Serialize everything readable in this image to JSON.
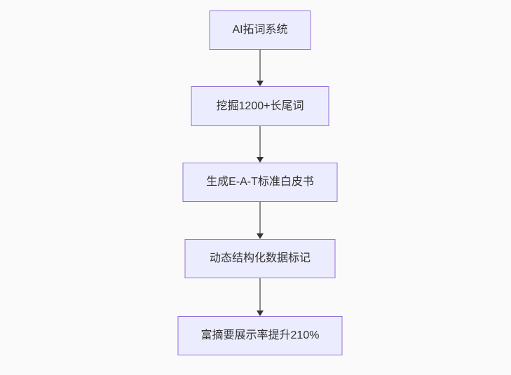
{
  "diagram": {
    "type": "flowchart",
    "direction": "top-down",
    "nodes": [
      {
        "id": "n1",
        "label": "AI拓词系统"
      },
      {
        "id": "n2",
        "label": "挖掘1200+长尾词"
      },
      {
        "id": "n3",
        "label": "生成E-A-T标准白皮书"
      },
      {
        "id": "n4",
        "label": "动态结构化数据标记"
      },
      {
        "id": "n5",
        "label": "富摘要展示率提升210%"
      }
    ],
    "edges": [
      {
        "from": "n1",
        "to": "n2"
      },
      {
        "from": "n2",
        "to": "n3"
      },
      {
        "from": "n3",
        "to": "n4"
      },
      {
        "from": "n4",
        "to": "n5"
      }
    ],
    "colors": {
      "background": "#FAFAFA",
      "node_fill": "#ECECFF",
      "node_border": "#9370DB",
      "edge_line": "#8C8C8C",
      "arrowhead": "#333333",
      "text": "#333333"
    }
  }
}
